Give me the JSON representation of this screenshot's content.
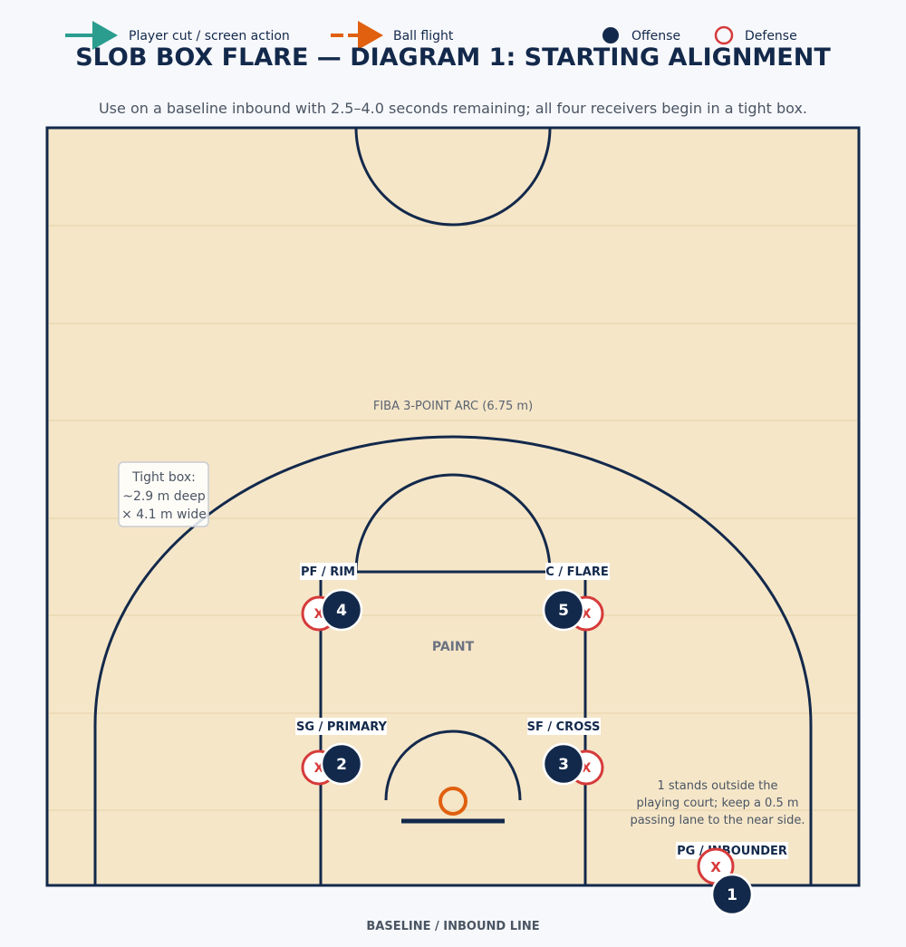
{
  "legend": {
    "cut_label": "Player cut / screen action",
    "ball_label": "Ball flight",
    "offense_label": "Offense",
    "defense_label": "Defense",
    "cut_arrow_icon": "teal-arrow-icon",
    "ball_arrow_icon": "orange-dashed-arrow-icon",
    "offense_icon": "navy-filled-circle-icon",
    "defense_icon": "red-ring-icon"
  },
  "title": "SLOB BOX FLARE — DIAGRAM 1: STARTING ALIGNMENT",
  "subtitle": "Use on a baseline inbound with 2.5–4.0 seconds remaining; all four receivers begin in a tight box.",
  "court": {
    "arc_label": "FIBA 3-POINT ARC (6.75 m)",
    "paint_label": "PAINT",
    "baseline_label": "BASELINE / INBOUND LINE",
    "tight_box_note": [
      "Tight box:",
      "~2.9 m deep",
      "× 4.1 m wide"
    ],
    "inbounder_note": [
      "1 stands outside the",
      "playing court; keep a 0.5 m",
      "passing lane to the near side."
    ]
  },
  "players": [
    {
      "number": "4",
      "role": "PF / RIM"
    },
    {
      "number": "5",
      "role": "C / FLARE"
    },
    {
      "number": "2",
      "role": "SG / PRIMARY"
    },
    {
      "number": "3",
      "role": "SF / CROSS"
    },
    {
      "number": "1",
      "role": "PG / INBOUNDER"
    }
  ],
  "defender_mark": "X",
  "colors": {
    "navy": "#13294b",
    "court": "#f5e6c8",
    "defense_red": "#d63a3a",
    "teal": "#2a9d8f",
    "orange": "#e0600f"
  }
}
